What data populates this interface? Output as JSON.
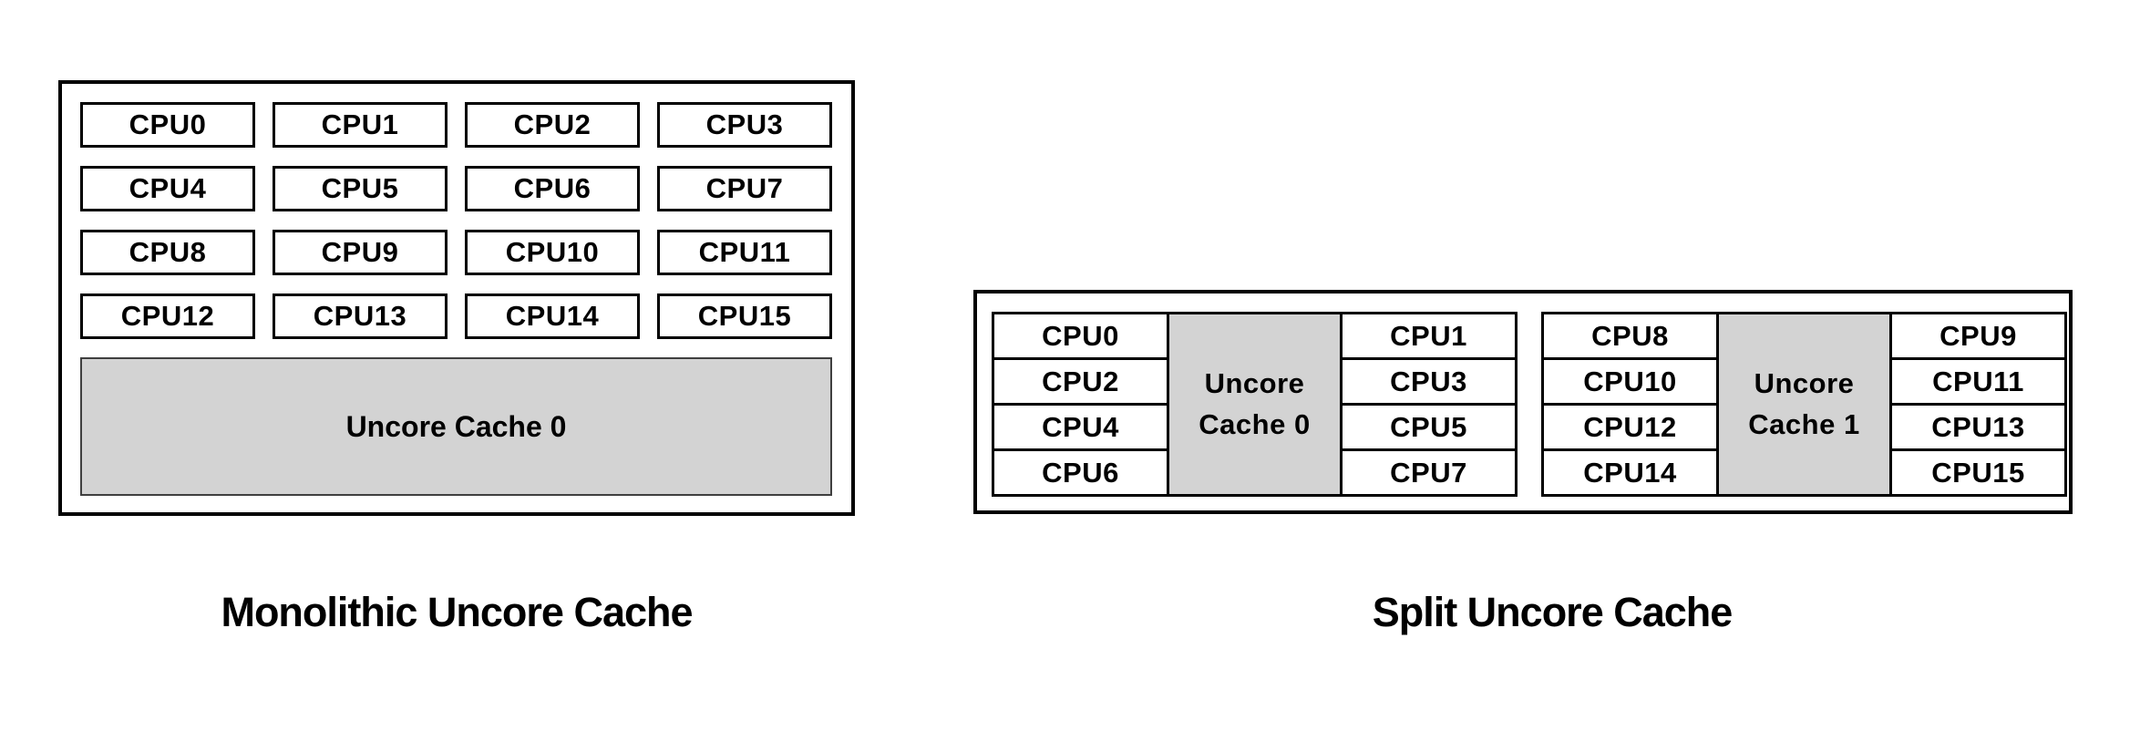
{
  "colors": {
    "background": "#ffffff",
    "border": "#000000",
    "cache_fill": "#d3d3d3",
    "text": "#000000"
  },
  "diagrams": {
    "0": {
      "title": "Monolithic Uncore Cache",
      "cache_label": "Uncore Cache 0",
      "cpus": [
        "CPU0",
        "CPU1",
        "CPU2",
        "CPU3",
        "CPU4",
        "CPU5",
        "CPU6",
        "CPU7",
        "CPU8",
        "CPU9",
        "CPU10",
        "CPU11",
        "CPU12",
        "CPU13",
        "CPU14",
        "CPU15"
      ]
    },
    "1": {
      "title": "Split Uncore Cache",
      "groups": {
        "0": {
          "left_cpus": [
            "CPU0",
            "CPU2",
            "CPU4",
            "CPU6"
          ],
          "cache_label": "Uncore Cache 0",
          "right_cpus": [
            "CPU1",
            "CPU3",
            "CPU5",
            "CPU7"
          ]
        },
        "1": {
          "left_cpus": [
            "CPU8",
            "CPU10",
            "CPU12",
            "CPU14"
          ],
          "cache_label": "Uncore Cache 1",
          "right_cpus": [
            "CPU9",
            "CPU11",
            "CPU13",
            "CPU15"
          ]
        }
      }
    }
  }
}
